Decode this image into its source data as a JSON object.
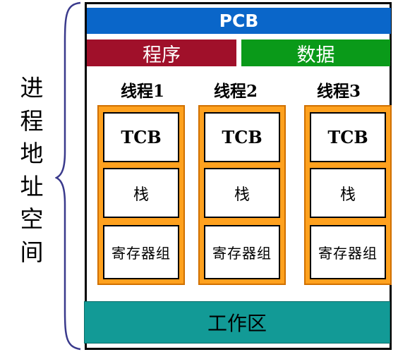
{
  "side_label": "进程地址空间",
  "pcb": "PCB",
  "program": "程序",
  "data": "数据",
  "threads": [
    {
      "label": "线程1",
      "tcb": "TCB",
      "stack": "栈",
      "registers": "寄存器组"
    },
    {
      "label": "线程2",
      "tcb": "TCB",
      "stack": "栈",
      "registers": "寄存器组"
    },
    {
      "label": "线程3",
      "tcb": "TCB",
      "stack": "栈",
      "registers": "寄存器组"
    }
  ],
  "work_area": "工作区",
  "colors": {
    "pcb": "#0a66c9",
    "program": "#a0102a",
    "data": "#0a9a19",
    "thread_box": "#ffa11e",
    "work_area": "#129a96",
    "brace": "#3a3a8c"
  }
}
